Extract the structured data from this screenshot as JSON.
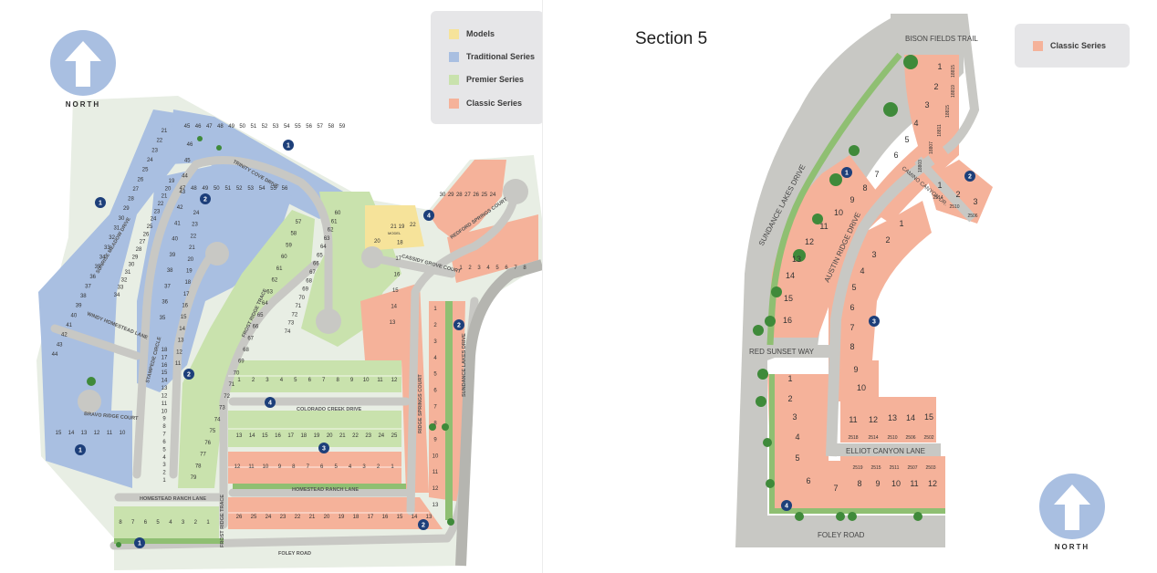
{
  "legend_left": {
    "items": [
      {
        "label": "Models",
        "color": "#f6e39a"
      },
      {
        "label": "Traditional Series",
        "color": "#a9bfe1"
      },
      {
        "label": "Premier Series",
        "color": "#c9e2ad"
      },
      {
        "label": "Classic Series",
        "color": "#f5b29a"
      }
    ]
  },
  "legend_right": {
    "items": [
      {
        "label": "Classic Series",
        "color": "#f5b29a"
      }
    ]
  },
  "north_label": "NORTH",
  "section_title": "Section 5",
  "streets_left": {
    "trinity_cove": "TRINITY COVE DRIVE",
    "windy_homestead": "WINDY HOMESTEAD LANE",
    "stampede": "STAMPEDE CIRCLE",
    "bravo_ridge": "BRAVO RIDGE COURT",
    "homestead_ranch_1": "HOMESTEAD RANCH LANE",
    "homestead_ranch_2": "HOMESTEAD RANCH LANE",
    "colorado_creek": "COLORADO CREEK DRIVE",
    "frost_ridge": "FROST RIDGE TRACE",
    "frost_ridge_2": "FROST RIDGE TRACE",
    "cassidy_grove": "CASSIDY GROVE COURT",
    "redford_springs": "REDFORD SPRINGS COURT",
    "sundance_lakes": "SUNDANCE LAKES DRIVE",
    "foley": "FOLEY ROAD",
    "sunrise_meadow": "SUNRISE MEADOW DRIVE",
    "ridge_springs": "RIDGE SPRINGS COURT"
  },
  "streets_right": {
    "bison_fields": "BISON FIELDS TRAIL",
    "sundance_lakes": "SUNDANCE LAKES DRIVE",
    "austin_ridge": "AUSTIN RIDGE DRIVE",
    "camino_canyon": "CAMINO CANYON DR.",
    "red_sunset": "RED SUNSET WAY",
    "elliot_canyon": "ELLIOT CANYON LANE",
    "foley": "FOLEY ROAD"
  },
  "model_labels": {
    "m20": "20",
    "m21": "21",
    "m22": "22",
    "model": "MODEL"
  },
  "markers_left": [
    "1",
    "1",
    "1",
    "1",
    "2",
    "2",
    "2",
    "2",
    "3",
    "4",
    "4"
  ],
  "markers_right": [
    "1",
    "2",
    "3",
    "4"
  ],
  "lots_right": {
    "upper_strip": [
      "1",
      "2",
      "3",
      "4",
      "5",
      "6"
    ],
    "upper_addr": [
      "18815",
      "18819",
      "18815",
      "18811",
      "18807",
      "18803"
    ],
    "camino": [
      "1",
      "2",
      "3"
    ],
    "camino_addr": [
      "2514",
      "2510",
      "2506"
    ],
    "outer": [
      "7",
      "8",
      "9",
      "10",
      "11",
      "12",
      "13",
      "14",
      "15",
      "16"
    ],
    "inner": [
      "1",
      "2",
      "3",
      "4",
      "5",
      "6",
      "7",
      "8",
      "9",
      "10"
    ],
    "bottom_left": [
      "1",
      "2",
      "3",
      "4",
      "5",
      "6",
      "7"
    ],
    "bottom_row": [
      "8",
      "9",
      "10",
      "11",
      "12"
    ],
    "bottom_addr": [
      "2519",
      "2515",
      "2511",
      "2507",
      "2503"
    ],
    "elliot_top": [
      "11",
      "12",
      "13",
      "14",
      "15"
    ],
    "elliot_addr": [
      "2518",
      "2514",
      "2510",
      "2506",
      "2502"
    ]
  },
  "lots_left": {
    "homestead_bottom": [
      "12",
      "11",
      "10",
      "9",
      "8",
      "7",
      "6",
      "5",
      "4",
      "3",
      "2",
      "1"
    ],
    "foley_row": [
      "26",
      "25",
      "24",
      "23",
      "22",
      "21",
      "20",
      "19",
      "18",
      "17",
      "16",
      "15",
      "14",
      "13"
    ],
    "colorado_top": [
      "1",
      "2",
      "3",
      "4",
      "5",
      "6",
      "7",
      "8",
      "9",
      "10",
      "11",
      "12"
    ],
    "colorado_bottom": [
      "13",
      "14",
      "15",
      "16",
      "17",
      "18",
      "19",
      "20",
      "21",
      "22",
      "23",
      "24",
      "25"
    ],
    "lane_lots": [
      "8",
      "7",
      "6",
      "5",
      "4",
      "3",
      "2",
      "1"
    ],
    "bravo": [
      "15",
      "14",
      "13",
      "12",
      "11",
      "10"
    ],
    "stampede_col": [
      "1",
      "2",
      "3",
      "4",
      "5",
      "6",
      "7",
      "8",
      "9",
      "10",
      "11",
      "12",
      "13",
      "14",
      "15",
      "16",
      "17",
      "18"
    ],
    "frost_col": [
      "79",
      "78",
      "77",
      "76",
      "75",
      "74",
      "73",
      "72",
      "71",
      "70",
      "69",
      "68",
      "67",
      "66",
      "65",
      "64",
      "63",
      "62",
      "61",
      "60",
      "59",
      "58",
      "57"
    ],
    "sundance_col": [
      "1",
      "2",
      "3",
      "4",
      "5",
      "6",
      "7",
      "8",
      "9",
      "10",
      "11",
      "12",
      "13"
    ],
    "premier_mid": [
      "74",
      "73",
      "72",
      "71",
      "70",
      "69",
      "68",
      "67",
      "66",
      "65",
      "64",
      "63",
      "62",
      "61",
      "60"
    ],
    "classic_top": [
      "30",
      "29",
      "28",
      "27",
      "26",
      "25",
      "24"
    ],
    "cassidy": [
      "1",
      "2",
      "3",
      "4",
      "5",
      "6",
      "7",
      "8"
    ],
    "cassidy_north": [
      "13",
      "14",
      "15",
      "16",
      "17",
      "18",
      "19"
    ],
    "windy_outer": [
      "44",
      "43",
      "42",
      "41",
      "40",
      "39",
      "38",
      "37",
      "36",
      "35",
      "34",
      "33",
      "32",
      "31",
      "30",
      "29",
      "28",
      "27",
      "26",
      "25",
      "24",
      "23",
      "22",
      "21"
    ],
    "windy_inner": [
      "34",
      "33",
      "32",
      "31",
      "30",
      "29",
      "28",
      "27",
      "26",
      "25",
      "24",
      "23",
      "22",
      "21",
      "20",
      "19"
    ],
    "trinity_outer": [
      "45",
      "46",
      "47",
      "48",
      "49",
      "50",
      "51",
      "52",
      "53",
      "54",
      "55",
      "56",
      "57",
      "58",
      "59"
    ],
    "trinity_inner": [
      "47",
      "48",
      "49",
      "50",
      "51",
      "52",
      "53",
      "54",
      "55",
      "56"
    ],
    "cul_de_sac": [
      "35",
      "36",
      "37",
      "38",
      "39",
      "40",
      "41",
      "42",
      "43",
      "44",
      "45",
      "46"
    ],
    "loop_inner": [
      "24",
      "23",
      "22",
      "21",
      "20",
      "19",
      "18",
      "17",
      "16",
      "15",
      "14",
      "13",
      "12",
      "11"
    ]
  }
}
